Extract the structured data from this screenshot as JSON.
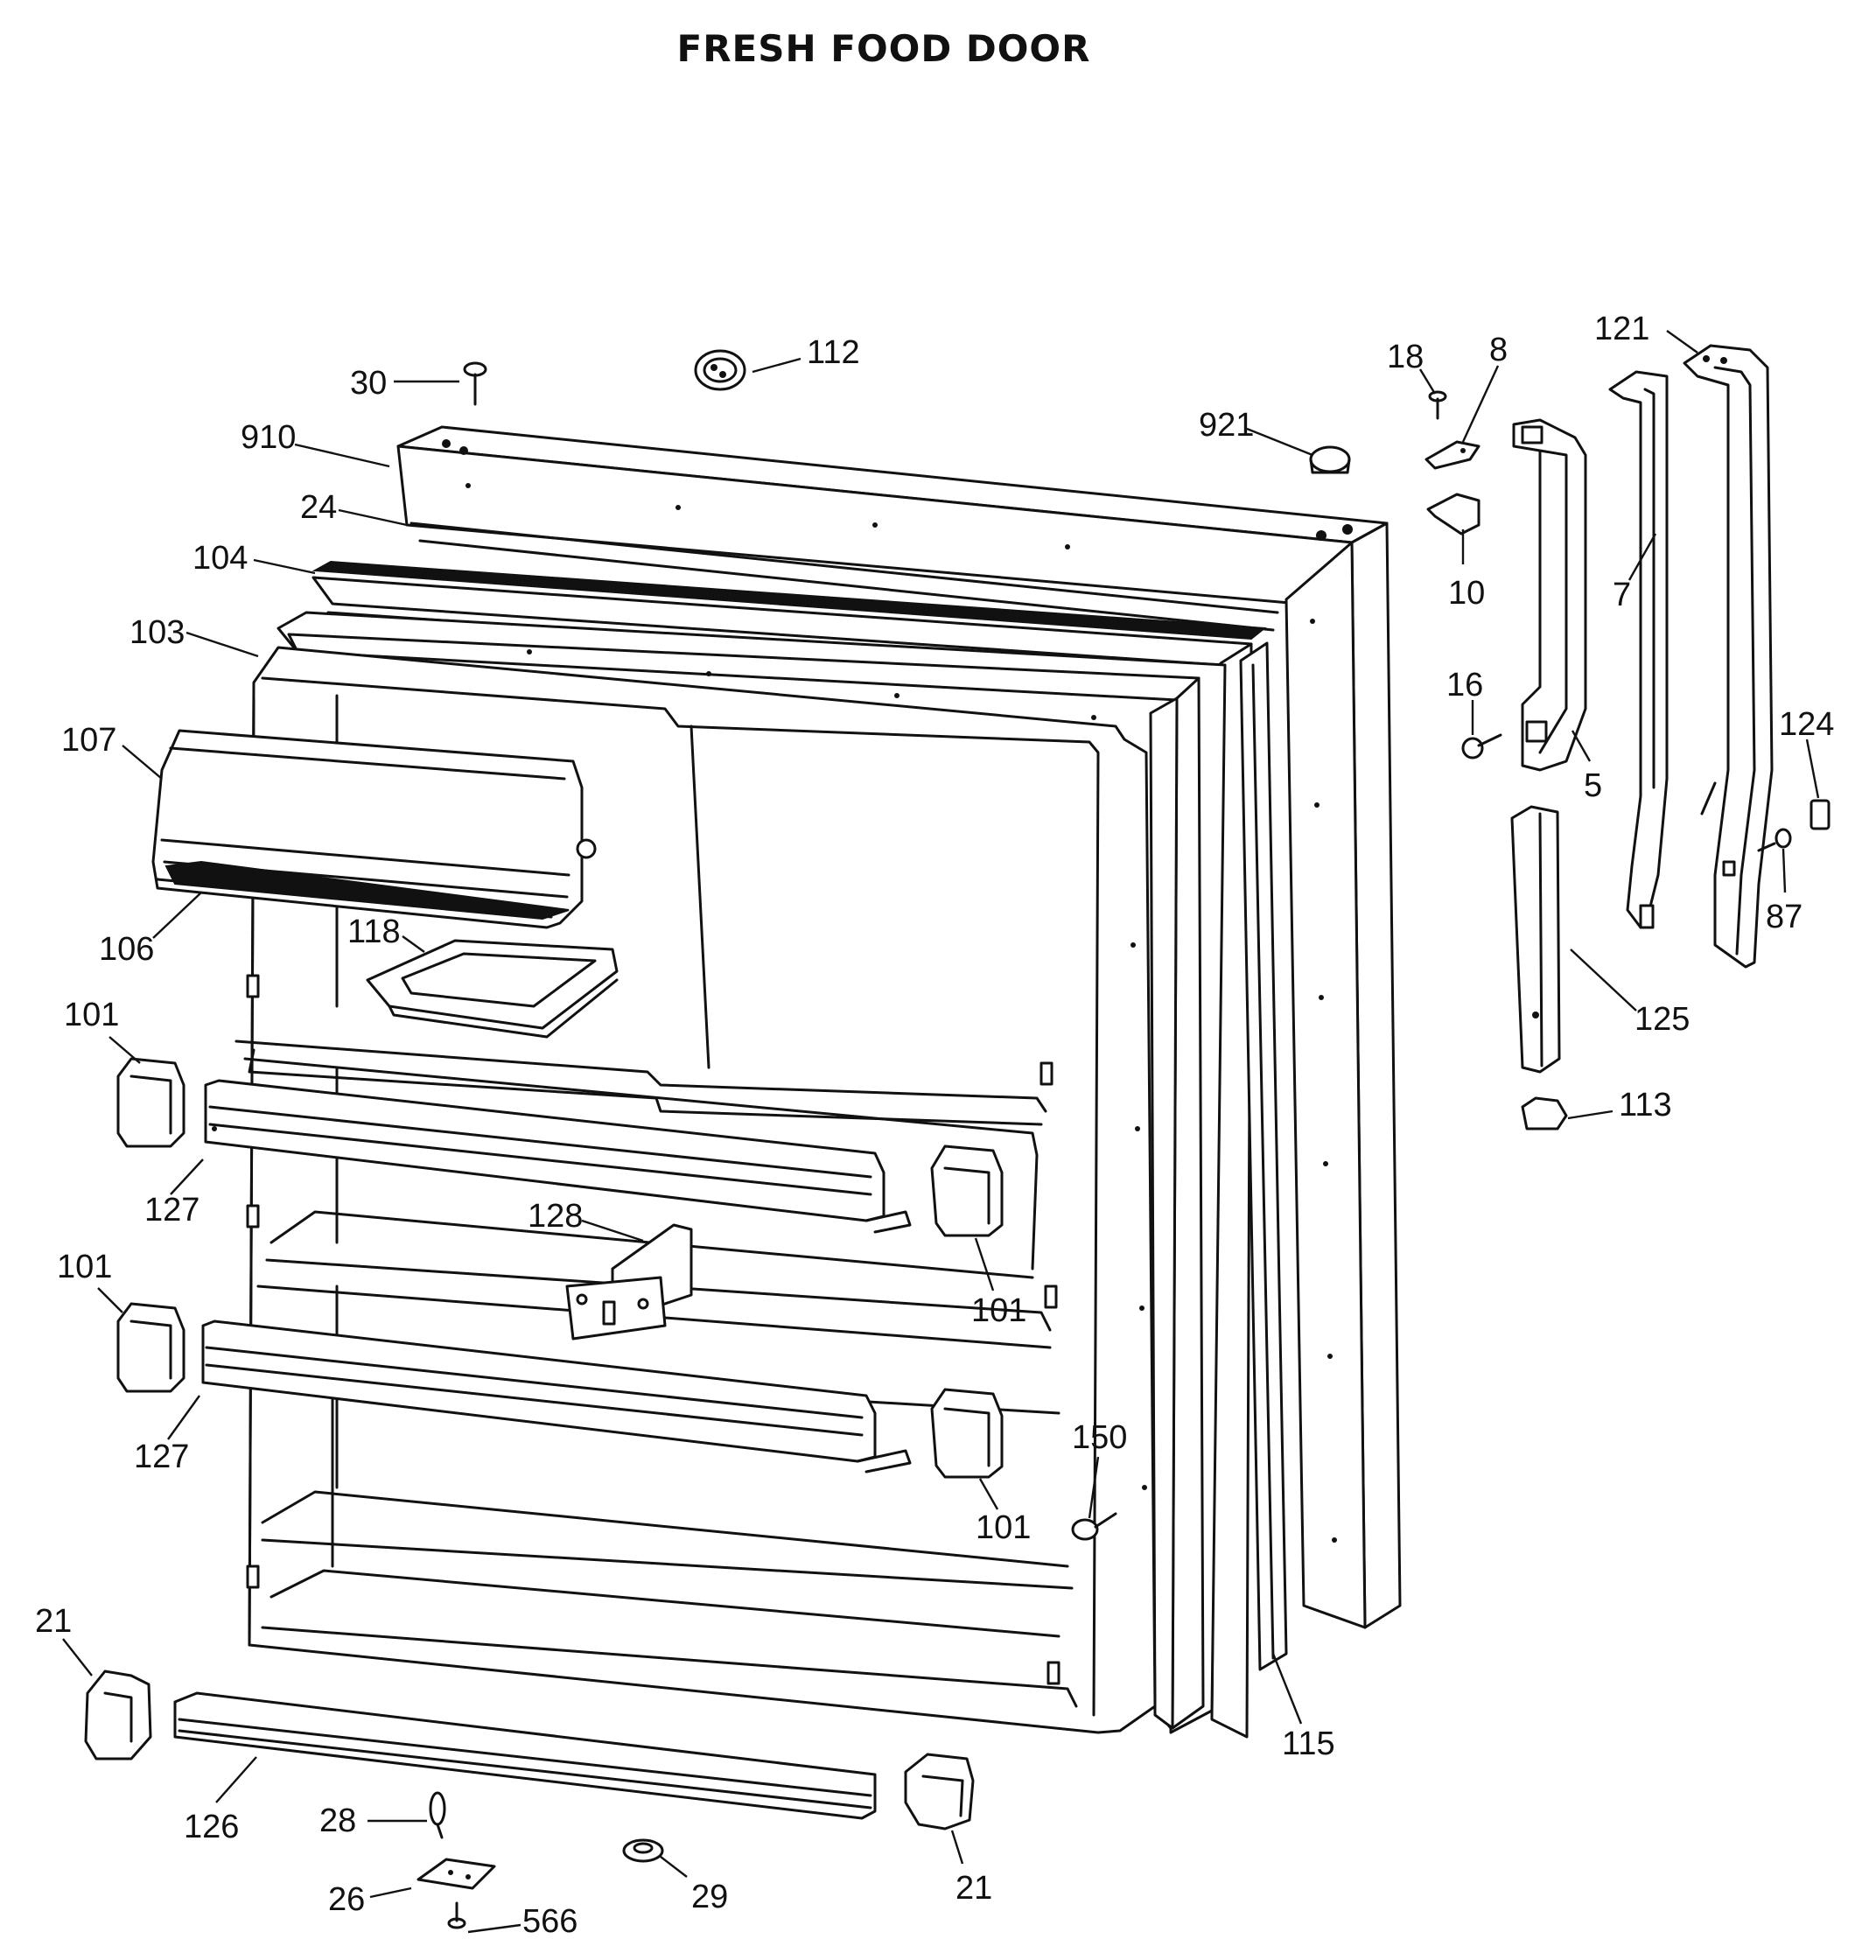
{
  "title": "FRESH FOOD DOOR",
  "callouts": [
    "30",
    "112",
    "910",
    "24",
    "104",
    "103",
    "107",
    "106",
    "118",
    "101",
    "127",
    "128",
    "101",
    "101",
    "127",
    "101",
    "150",
    "921",
    "18",
    "8",
    "10",
    "16",
    "5",
    "121",
    "7",
    "124",
    "87",
    "125",
    "113",
    "115",
    "21",
    "126",
    "28",
    "26",
    "29",
    "566",
    "21"
  ]
}
